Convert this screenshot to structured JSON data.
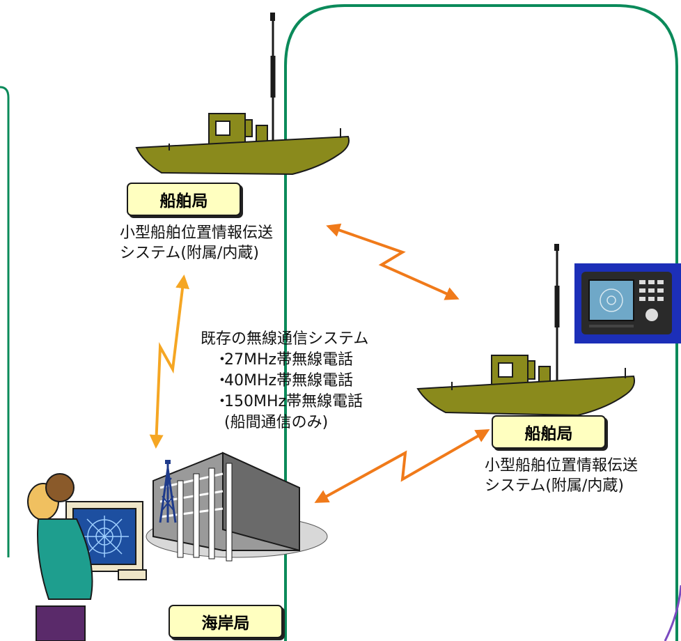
{
  "stations": {
    "ship_top": {
      "label": "船舶局",
      "desc": [
        "小型船舶位置情報伝送",
        "システム(附属/内蔵)"
      ]
    },
    "ship_right": {
      "label": "船舶局",
      "desc": [
        "小型船舶位置情報伝送",
        "システム(附属/内蔵)"
      ]
    },
    "coast": {
      "label": "海岸局"
    }
  },
  "communication": {
    "title": "既存の無線通信システム",
    "bullet": "・",
    "items": [
      "27MHz帯無線電話",
      "40MHz帯無線電話",
      "150MHz帯無線電話"
    ],
    "note": "(船間通信のみ)"
  },
  "colors": {
    "frame": "#0b8a5a",
    "ship_hull": "#8a8a1c",
    "ship_outline": "#1a1a1a",
    "label_fill": "#ffffc0",
    "arrow_vertical": "#f5a623",
    "arrow_diagonal": "#f07a1a",
    "device_body": "#2a2a2a",
    "device_bg": "#1c2fb8"
  },
  "icons": [
    "ship-icon",
    "radio-device-icon",
    "coast-station-building-icon",
    "antenna-tower-icon",
    "operator-computer-icon"
  ]
}
